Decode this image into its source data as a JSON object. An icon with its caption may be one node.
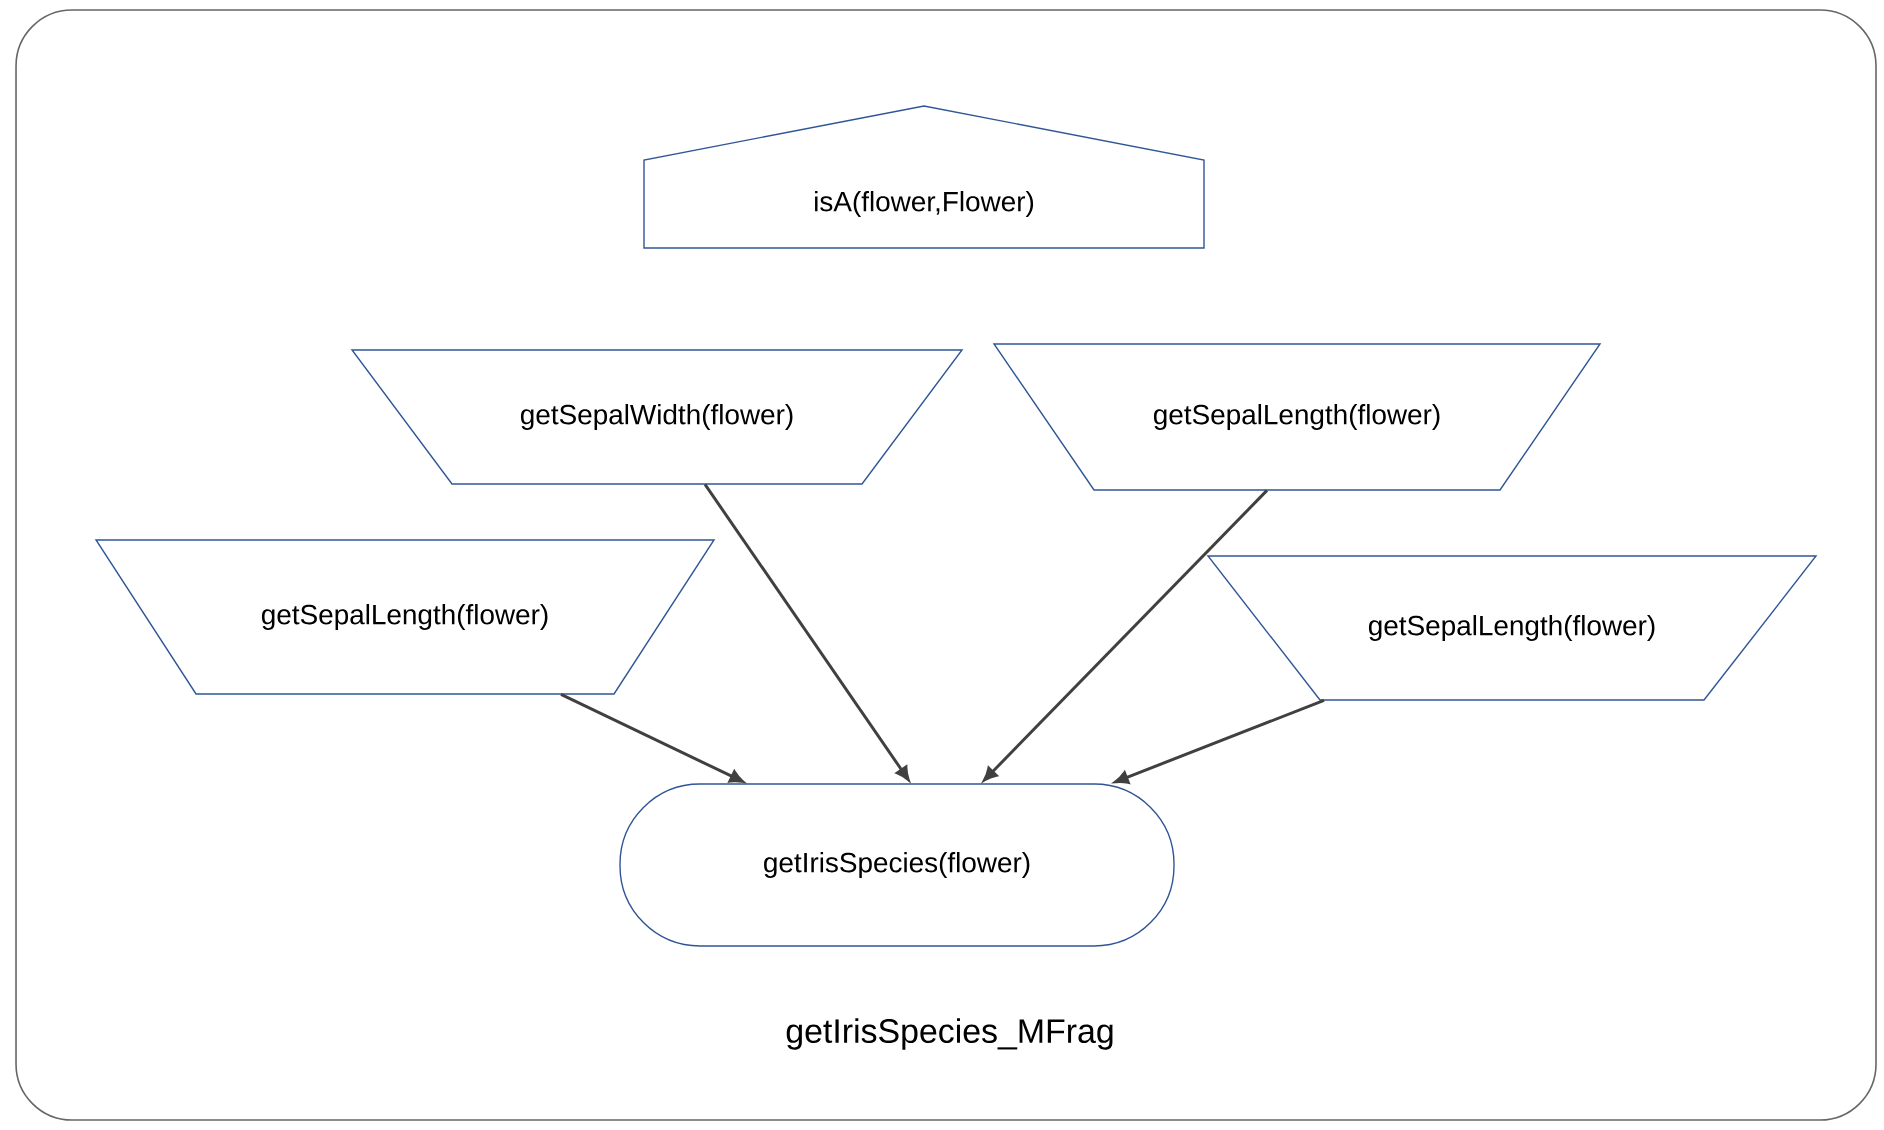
{
  "diagram": {
    "nodes": [
      {
        "text": [
          "getIrisSpecies_MFrag"
        ]
      },
      {
        "text": [
          "isA(flower,Flower)"
        ],
        "in": 0
      },
      {
        "text": [
          "getSepalWidth(flower)"
        ],
        "in": 0
      },
      {
        "text": [
          "getSepalLength(flower)"
        ],
        "in": 0
      },
      {
        "text": [
          "getSepalLength(flower)"
        ],
        "in": 0
      },
      {
        "text": [
          "getSepalLength(flower)"
        ],
        "in": 0
      },
      {
        "text": [
          "getIrisSpecies(flower)"
        ],
        "in": 0
      }
    ],
    "edges": [
      {
        "from": 4,
        "to": 6,
        "arrow": "to"
      },
      {
        "from": 2,
        "to": 6,
        "arrow": "to"
      },
      {
        "from": 3,
        "to": 6,
        "arrow": "to"
      },
      {
        "from": 5,
        "to": 6,
        "arrow": "to"
      }
    ]
  }
}
